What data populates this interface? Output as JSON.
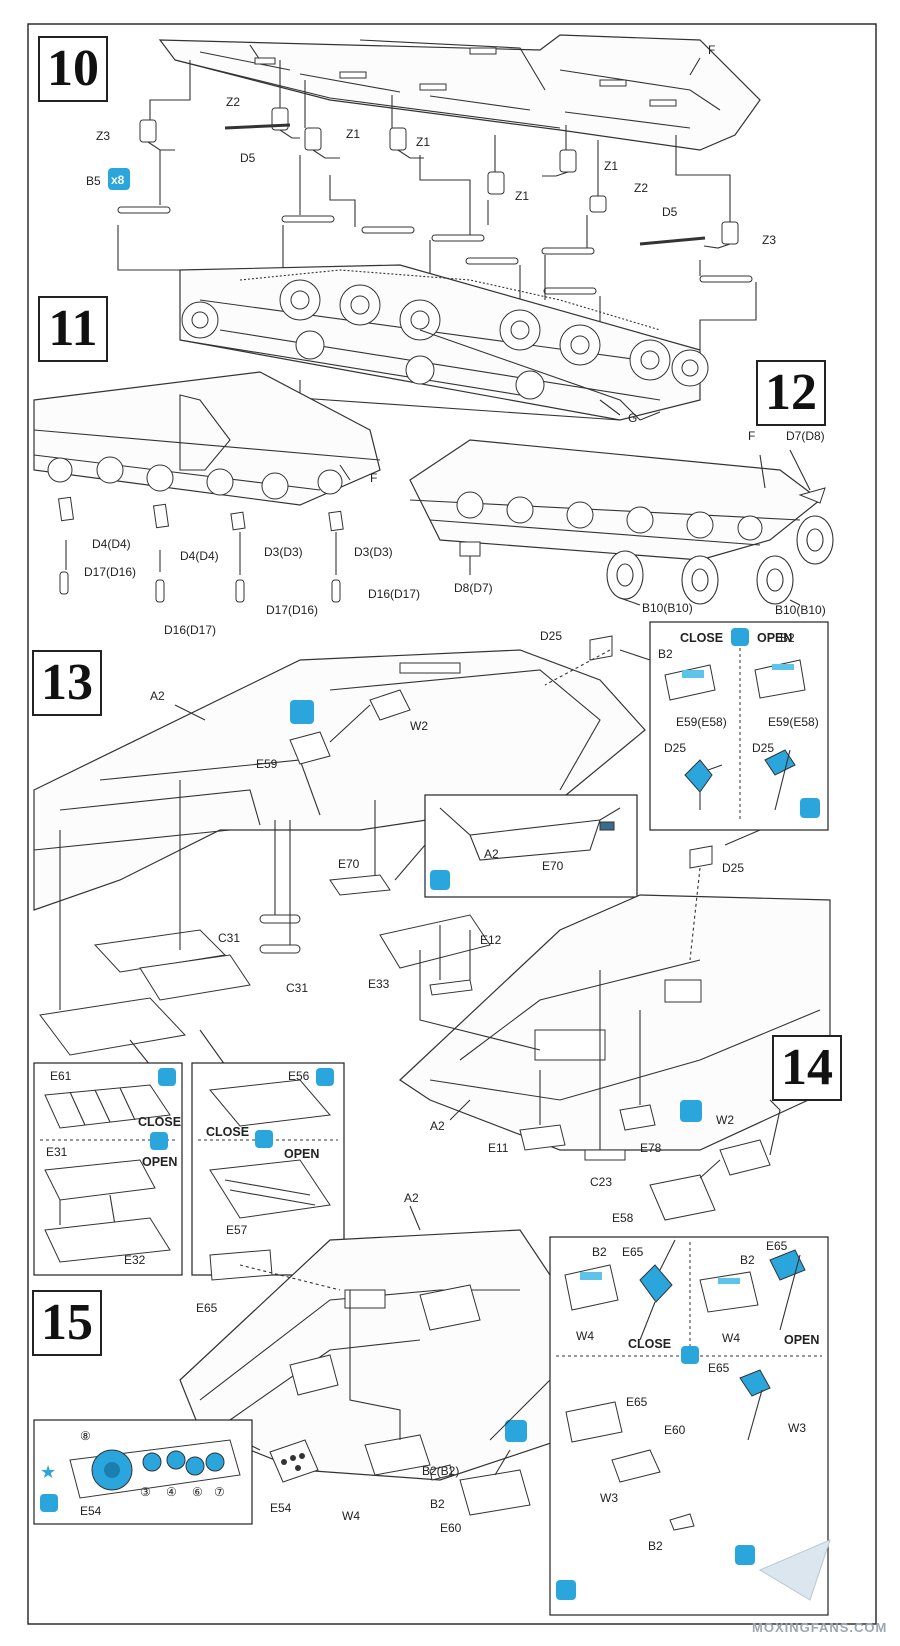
{
  "steps": {
    "s10": "10",
    "s11": "11",
    "s12": "12",
    "s13": "13",
    "s14": "14",
    "s15": "15"
  },
  "labels": {
    "F": "F",
    "G": "G",
    "Z1": "Z1",
    "Z2": "Z2",
    "Z3": "Z3",
    "D5": "D5",
    "B5": "B5",
    "x8": "x8",
    "D4D4": "D4(D4)",
    "D3D3": "D3(D3)",
    "D17D16": "D17(D16)",
    "D16D17": "D16(D17)",
    "D7D8": "D7(D8)",
    "D8D7": "D8(D7)",
    "B10B10": "B10(B10)",
    "A2": "A2",
    "D25": "D25",
    "W2": "W2",
    "E59": "E59",
    "E70": "E70",
    "C31": "C31",
    "B2": "B2",
    "E59E58": "E59(E58)",
    "E61": "E61",
    "E31": "E31",
    "E32": "E32",
    "E56": "E56",
    "E57": "E57",
    "E12": "E12",
    "E33": "E33",
    "E11": "E11",
    "E78": "E78",
    "C23": "C23",
    "E58": "E58",
    "E65": "E65",
    "W4": "W4",
    "W3": "W3",
    "E60": "E60",
    "E54": "E54",
    "B2B2": "B2(B2)",
    "c3": "③",
    "c4": "④",
    "c6": "⑥",
    "c7": "⑦",
    "c8": "⑧"
  },
  "legend": {
    "close": "CLOSE",
    "open": "OPEN"
  },
  "watermark": "MOXINGFANS.COM"
}
